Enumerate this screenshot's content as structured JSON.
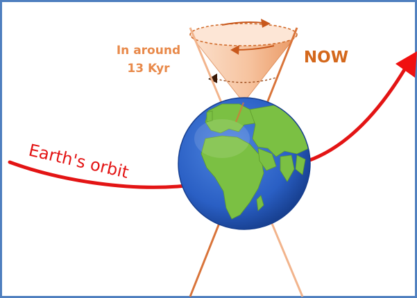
{
  "labels": {
    "future_line1": "In around",
    "future_line2": "13 Kyr",
    "now": "NOW",
    "orbit": "Earth's orbit"
  },
  "colors": {
    "frame": "#4f7fbf",
    "orange_label": "#e8894a",
    "now_label": "#d4681c",
    "axis_orange": "#d9743a",
    "axis_light": "#f2b48c",
    "cone_fill": "#f7c7a5",
    "orbit_red": "#e31414",
    "ocean": "#2a5fc4",
    "land": "#7bc043"
  }
}
